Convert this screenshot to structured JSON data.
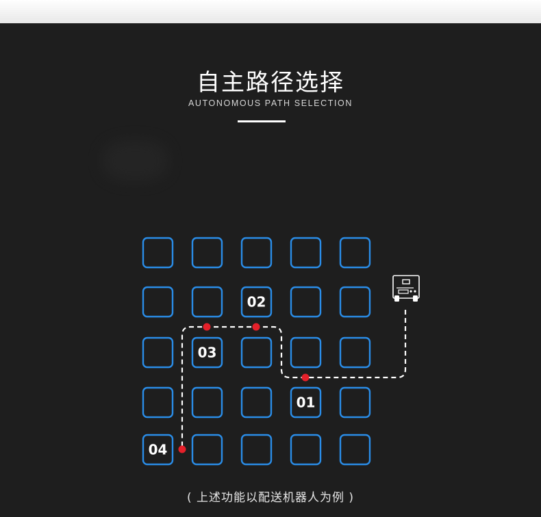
{
  "header": {
    "title": "自主路径选择",
    "subtitle": "AUTONOMOUS PATH SELECTION"
  },
  "grid": {
    "rows": 5,
    "cols": 5,
    "highlighted_cells": [
      {
        "label": "02",
        "row": 1,
        "col": 2
      },
      {
        "label": "03",
        "row": 2,
        "col": 1
      },
      {
        "label": "01",
        "row": 3,
        "col": 3
      },
      {
        "label": "04",
        "row": 4,
        "col": 0
      }
    ]
  },
  "route": {
    "line_color": "#ffffff",
    "waypoint_color": "#e5202a"
  },
  "colors": {
    "cell_border": "#2a8de8",
    "background": "#1e1e1e"
  },
  "robot": {
    "icon": "delivery-robot-icon"
  },
  "footer": {
    "caption": "( 上述功能以配送机器人为例 )"
  }
}
